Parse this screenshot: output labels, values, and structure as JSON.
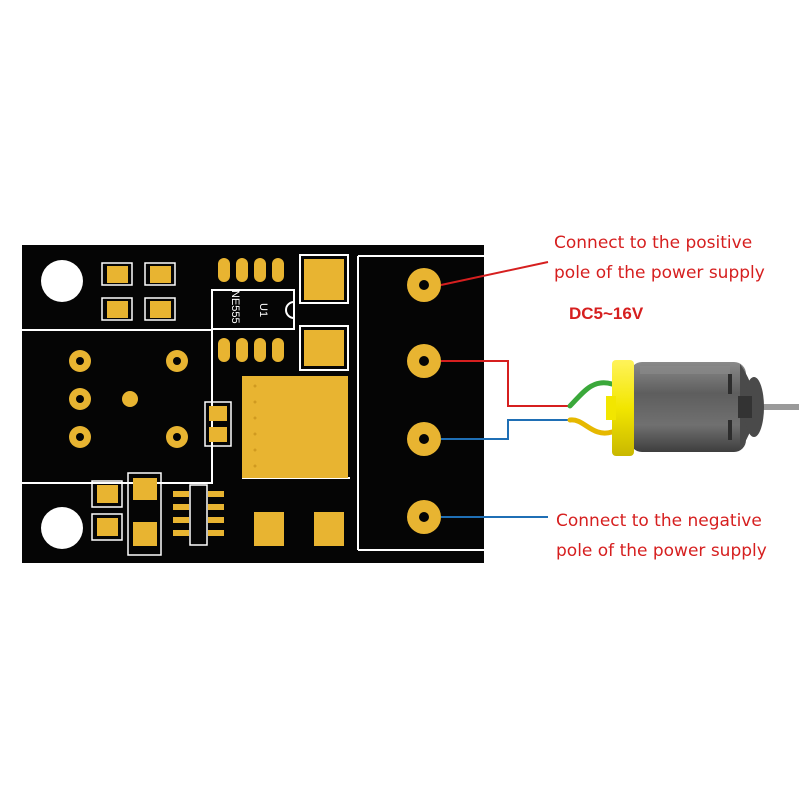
{
  "board": {
    "chip_designator": "U1",
    "chip_marking": "NE555",
    "board_color": "#050505",
    "pad_color": "#e8b431",
    "silkscreen_color": "#ffffff"
  },
  "labels": {
    "positive_line1": "Connect to the positive",
    "positive_line2": "pole of the power supply",
    "voltage": "DC5~16V",
    "negative_line1": "Connect to the negative",
    "negative_line2": "pole of the power supply"
  },
  "colors": {
    "positive_wire": "#d61f1f",
    "negative_wire": "#1f6fb5",
    "label_text": "#d61f1f",
    "motor_wire_green": "#3aa83a",
    "motor_wire_yellow": "#e6b800",
    "motor_body": "#6b6b6b",
    "motor_cap": "#f2e600"
  },
  "icons": {
    "motor": "dc-motor-icon",
    "board": "pcb-board-icon"
  }
}
